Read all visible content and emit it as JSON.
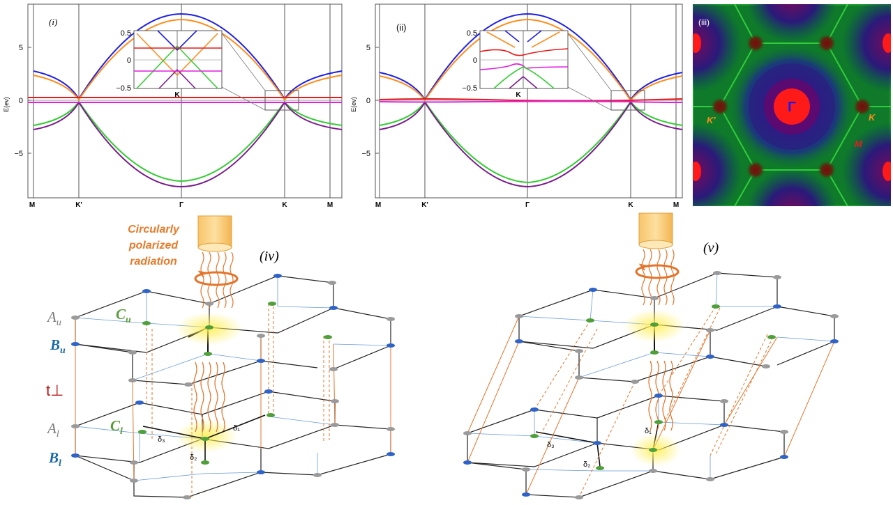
{
  "panel_i": {
    "tag": "(i)",
    "ylabel": "E(ev)",
    "yticks": [
      "5",
      "0",
      "−5"
    ],
    "xticks": [
      "M",
      "K'",
      "Γ",
      "K",
      "M"
    ],
    "inset_yticks": [
      "0.5",
      "0",
      "−0.5"
    ],
    "inset_xlabel": "K"
  },
  "panel_ii": {
    "tag": "(ii)",
    "ylabel": "E(ev)",
    "yticks": [
      "5",
      "0",
      "−5"
    ],
    "xticks": [
      "M",
      "K'",
      "Γ",
      "K",
      "M"
    ],
    "inset_yticks": [
      "0.5",
      "0",
      "−0.5"
    ],
    "inset_xlabel": "K"
  },
  "panel_iii": {
    "tag": "(iii)",
    "gamma": "Γ",
    "k": "K",
    "kprime": "K′",
    "m": "M"
  },
  "panel_iv": {
    "tag": "(iv)",
    "radiation_line1": "Circularly",
    "radiation_line2": "polarized",
    "radiation_line3": "radiation",
    "au": "A",
    "au_sub": "u",
    "bu": "B",
    "bu_sub": "u",
    "cu": "C",
    "cu_sub": "u",
    "tperp": "t⊥",
    "al": "A",
    "al_sub": "l",
    "bl": "B",
    "bl_sub": "l",
    "cl": "C",
    "cl_sub": "l",
    "delta1": "δ₁",
    "delta2": "δ₂",
    "delta3": "δ₃"
  },
  "panel_v": {
    "tag": "(v)",
    "delta1": "δ₁",
    "delta2": "δ₂",
    "delta3": "δ₃"
  },
  "colors": {
    "blue": "#1f1fe6",
    "orange": "#ff8c1a",
    "red": "#e81a1a",
    "magenta": "#e11ee1",
    "green": "#33cc33",
    "purple": "#7a1a8c",
    "site_blue": "#2f63c8",
    "site_gray": "#9a9a9a",
    "site_green": "#4fa03a",
    "bond_orange": "#e3742a"
  }
}
